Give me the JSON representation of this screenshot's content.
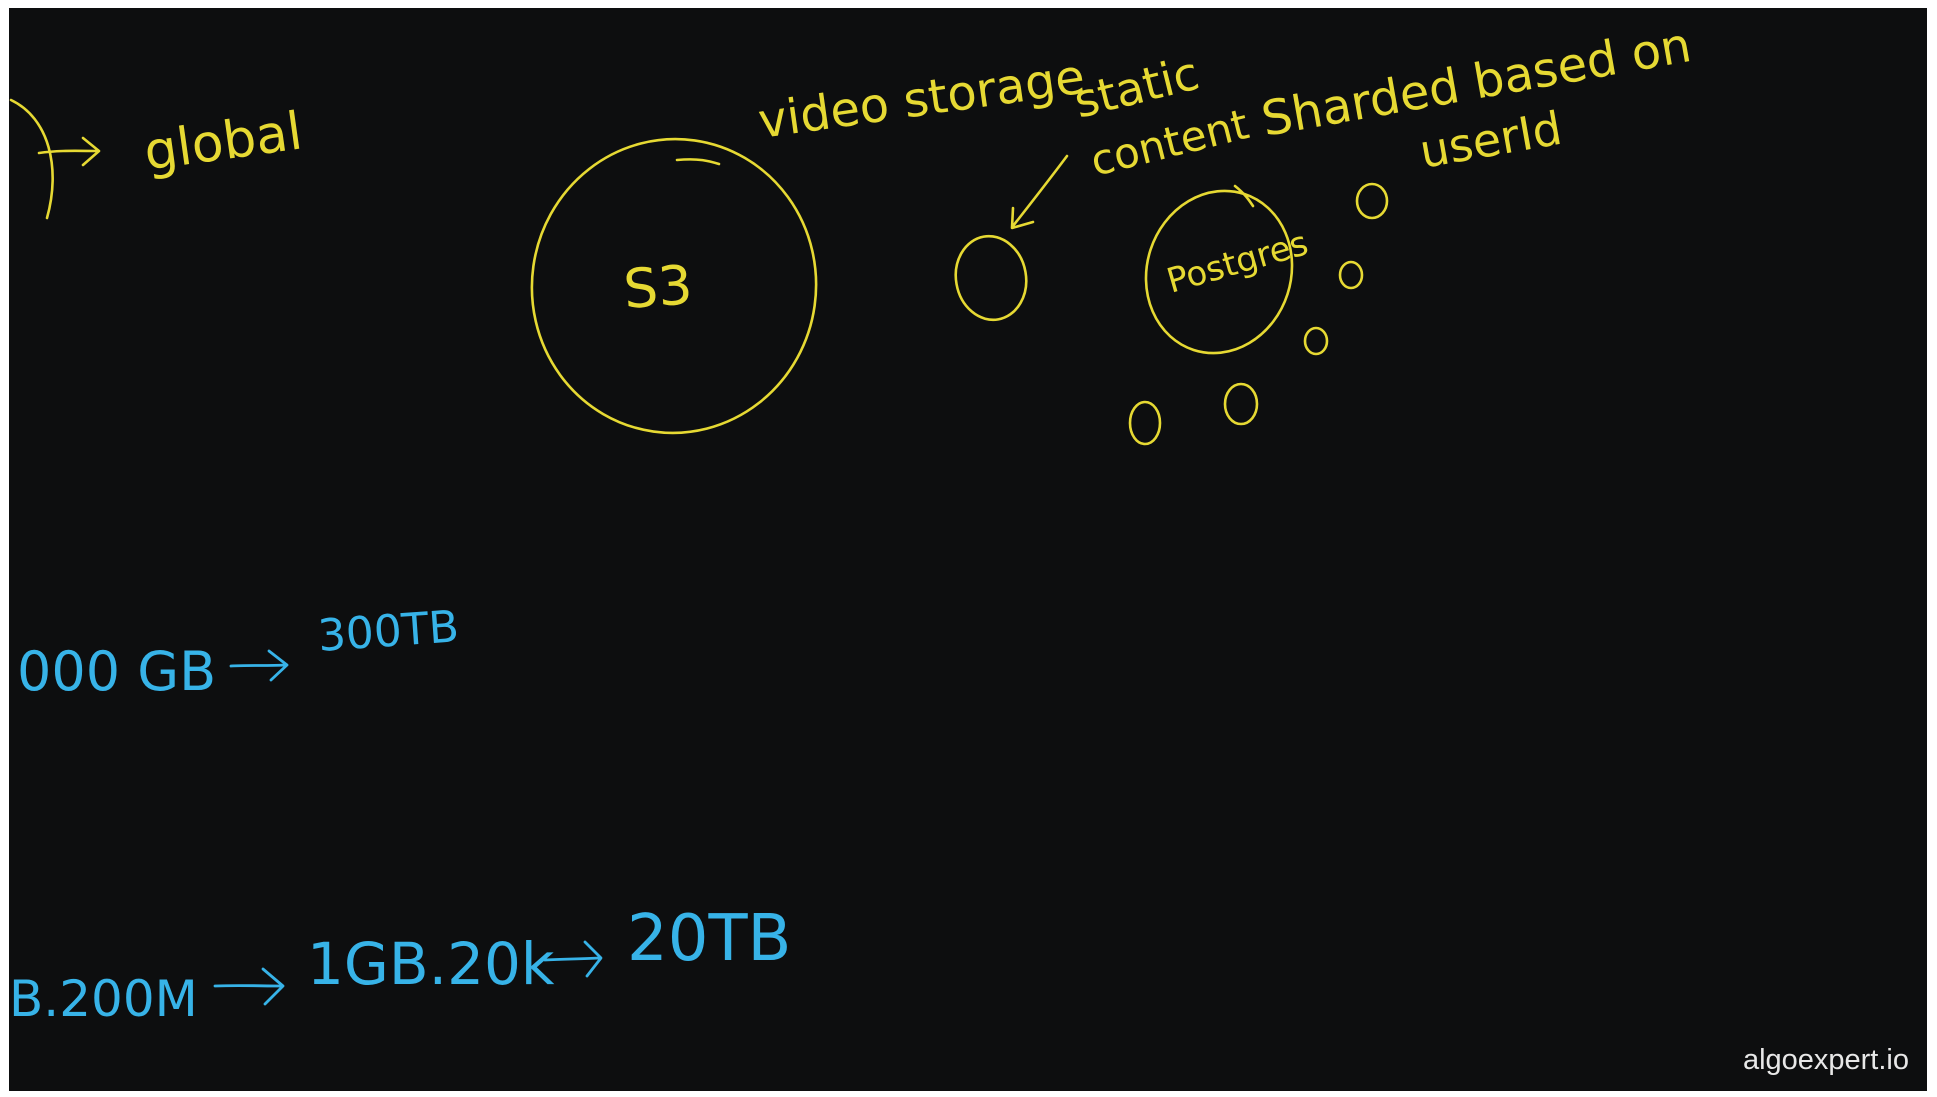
{
  "labels": {
    "global": "global",
    "video_storage": "video storage",
    "static_content_1": "static",
    "static_content_2": "content",
    "s3": "S3",
    "postgres": "Postgres",
    "sharded_1": "Sharded based on",
    "sharded_2": "userId"
  },
  "calculations": {
    "line1_left": "000 GB",
    "line1_right": "300TB",
    "line2_left": "B.200M",
    "line2_mid": "1GB.20k",
    "line2_right": "20TB"
  },
  "watermark": "algoexpert.io",
  "colors": {
    "board": "#0d0e0f",
    "yellow_ink": "#e6d933",
    "blue_ink": "#37b3e8",
    "watermark": "#e8e8e8"
  }
}
